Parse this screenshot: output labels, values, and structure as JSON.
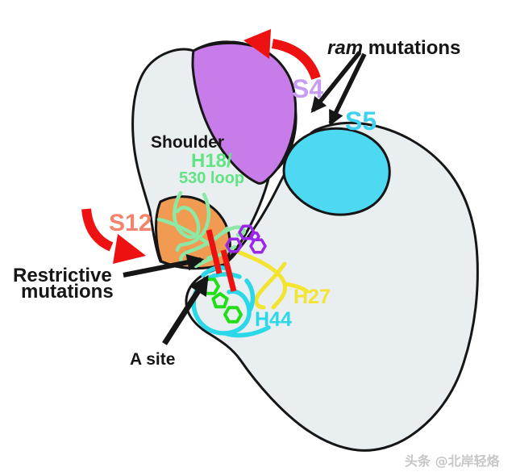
{
  "figure": {
    "labels": {
      "ram_italic": "ram",
      "ram_rest": " mutations",
      "s4": "S4",
      "s5": "S5",
      "shoulder": "Shoulder",
      "h18": "H18/",
      "loop530": "530 loop",
      "s12": "S12",
      "restrictive_line1": "Restrictive",
      "restrictive_line2": "mutations",
      "a_site": "A site",
      "h27": "H27",
      "h44": "H44"
    },
    "colors": {
      "body": "#e9eef1",
      "outline": "#161616",
      "black": "#161616",
      "s4_region": "#c77ce9",
      "s4_label": "#c79df2",
      "s5_region": "#4dd9f2",
      "s5_label": "#3fd2f0",
      "s12_region": "#f09a52",
      "s12_label": "#f4836b",
      "h18_green": "#8ce8a4",
      "h18_label": "#62e384",
      "h27_yellow": "#f2e430",
      "h44_cyan": "#2ad8e8",
      "hex_purple": "#9b28e8",
      "hex_green": "#22dd18",
      "red": "#ee1111",
      "watermark_gray": "#c6c6c6"
    },
    "watermark": "头条 @北岸轻烙"
  }
}
